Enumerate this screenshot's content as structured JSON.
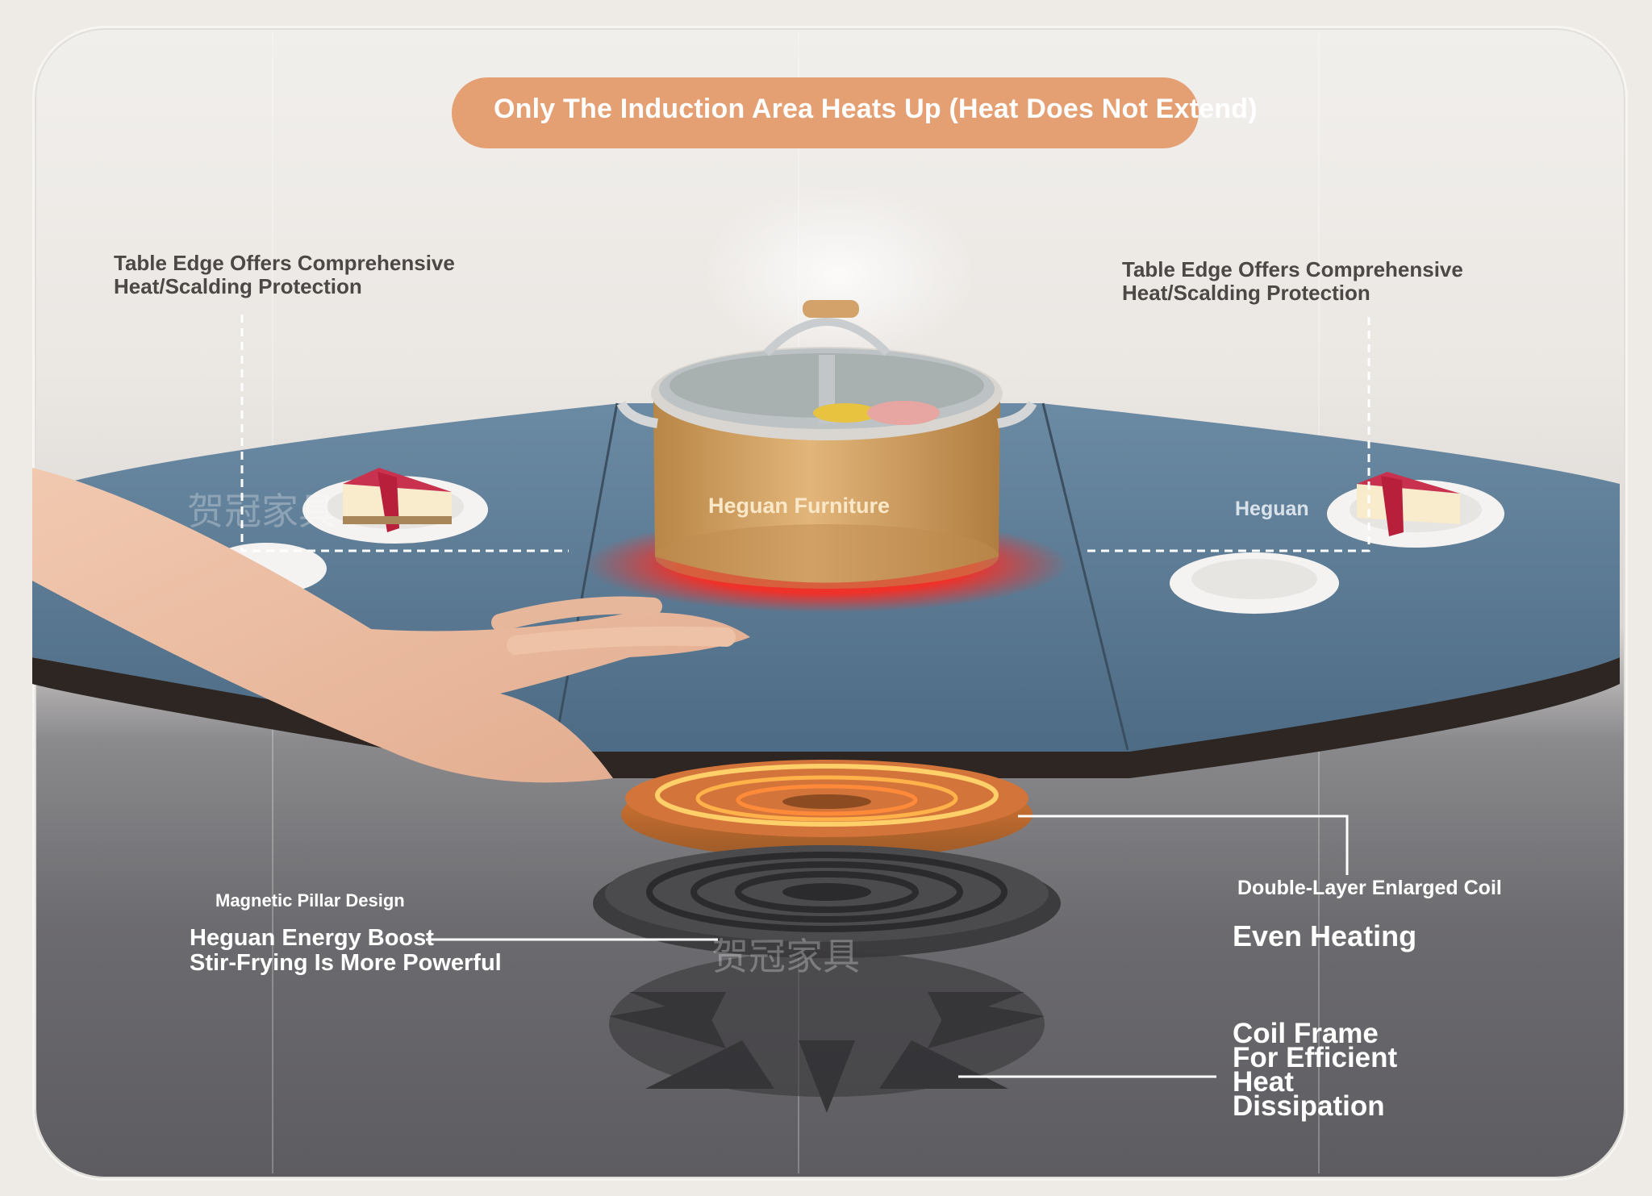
{
  "title": "Only The Induction Area Heats Up (Heat Does Not Extend)",
  "callouts": {
    "top_left": [
      "Table Edge Offers Comprehensive",
      "Heat/Scalding Protection"
    ],
    "top_right": [
      "Table Edge Offers Comprehensive",
      "Heat/Scalding Protection"
    ],
    "magnetic": "Magnetic Pillar Design",
    "energy": [
      "Heguan Energy Boost",
      "Stir-Frying Is More Powerful"
    ],
    "coil": "Double-Layer Enlarged Coil",
    "even_heating": "Even Heating",
    "frame": [
      "Coil Frame",
      "For Efficient",
      "Heat",
      "Dissipation"
    ]
  },
  "watermarks": {
    "pot": "Heguan Furniture",
    "right_table": "Heguan",
    "chinese": "贺冠家具"
  },
  "colors": {
    "pill": "#e49f73",
    "table": "#5e7d96",
    "pot": "#d1a062",
    "glow": "#ff3b30"
  }
}
